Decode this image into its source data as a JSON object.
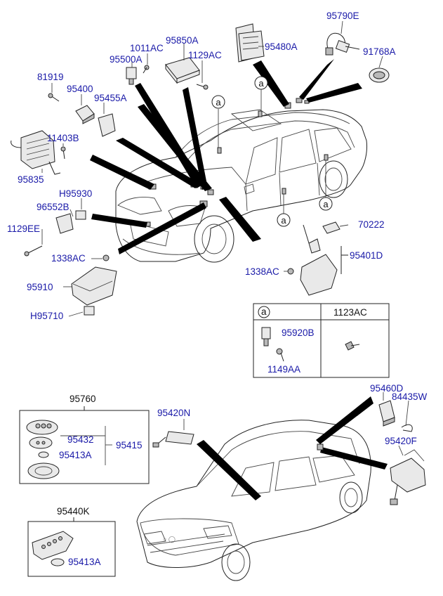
{
  "colors": {
    "link": "#1a1aa8",
    "ink": "#111111",
    "leader": "#000000",
    "background": "#ffffff"
  },
  "parts": {
    "p95790E": "95790E",
    "p91768A": "91768A",
    "p95850A": "95850A",
    "p95480A": "95480A",
    "p1011AC": "1011AC",
    "p95500A": "95500A",
    "p1129AC": "1129AC",
    "p81919": "81919",
    "p95400": "95400",
    "p95455A": "95455A",
    "p11403B": "11403B",
    "p95835": "95835",
    "pH95930": "H95930",
    "p96552B": "96552B",
    "p1129EE": "1129EE",
    "p70222": "70222",
    "p95401D": "95401D",
    "p1338AC_a": "1338AC",
    "p1338AC_b": "1338AC",
    "p95910": "95910",
    "pH95710": "H95710",
    "p95920B": "95920B",
    "p1149AA": "1149AA",
    "p95760": "95760",
    "p95432": "95432",
    "p95415": "95415",
    "p95413A_a": "95413A",
    "p95420N": "95420N",
    "p95460D": "95460D",
    "p84435W": "84435W",
    "p95420F": "95420F",
    "p95440K": "95440K",
    "p95413A_b": "95413A"
  },
  "callouts": {
    "a": "a"
  },
  "detail_table": {
    "col_a": "a",
    "col_b": "1123AC"
  }
}
